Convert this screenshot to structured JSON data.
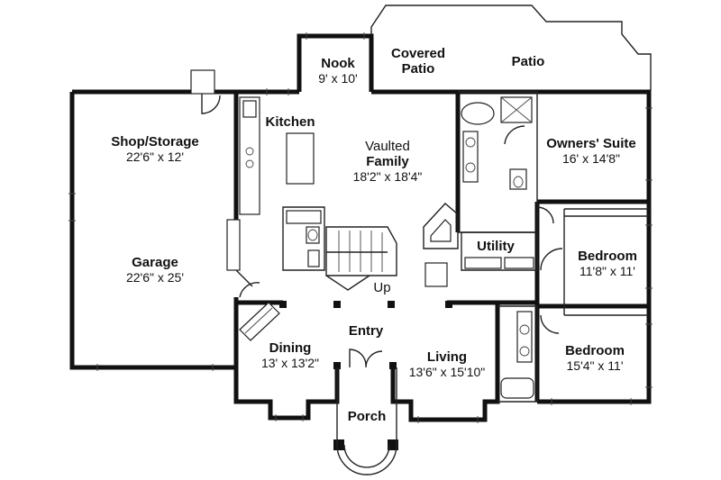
{
  "rooms": {
    "nook": {
      "name": "Nook",
      "dims": "9' x 10'"
    },
    "covered_patio": {
      "line1": "Covered",
      "line2": "Patio"
    },
    "patio": {
      "name": "Patio"
    },
    "kitchen": {
      "name": "Kitchen"
    },
    "family": {
      "line1": "Vaulted",
      "line2": "Family",
      "dims": "18'2\" x 18'4\""
    },
    "owners_suite": {
      "name": "Owners' Suite",
      "dims": "16' x 14'8\""
    },
    "shop_storage": {
      "name": "Shop/Storage",
      "dims": "22'6\" x 12'"
    },
    "garage": {
      "name": "Garage",
      "dims": "22'6\" x 25'"
    },
    "utility": {
      "name": "Utility"
    },
    "bedroom_1": {
      "name": "Bedroom",
      "dims": "11'8\" x 11'"
    },
    "stairs": {
      "label": "Up"
    },
    "entry": {
      "name": "Entry"
    },
    "dining": {
      "name": "Dining",
      "dims": "13' x 13'2\""
    },
    "living": {
      "name": "Living",
      "dims": "13'6\" x 15'10\""
    },
    "bedroom_2": {
      "name": "Bedroom",
      "dims": "15'4\" x 11'"
    },
    "porch": {
      "name": "Porch"
    }
  }
}
